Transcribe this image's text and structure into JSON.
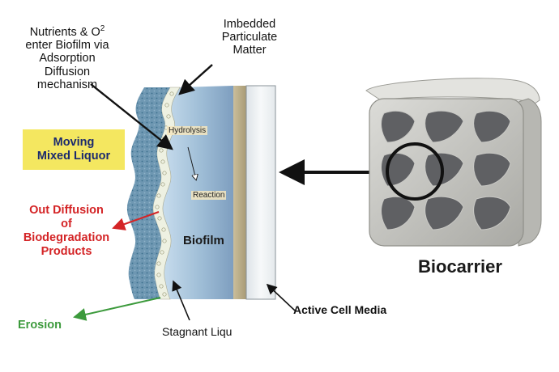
{
  "labels": {
    "nutrients_line1": "Nutrients & O",
    "nutrients_sup": "2",
    "nutrients_line2": "enter Biofilm via",
    "nutrients_line3": "Adsorption",
    "nutrients_line4": "Diffusion",
    "nutrients_line5": "mechanism",
    "imbedded_line1": "Imbedded",
    "imbedded_line2": "Particulate",
    "imbedded_line3": "Matter",
    "moving_line1": "Moving",
    "moving_line2": "Mixed Liquor",
    "outdiff_line1": "Out Diffusion",
    "outdiff_line2": "of",
    "outdiff_line3": "Biodegradation",
    "outdiff_line4": "Products",
    "erosion": "Erosion",
    "stagnant": "Stagnant Liqu",
    "active_cell": "Active Cell Media",
    "biofilm": "Biofilm",
    "hydrolysis": "Hydrolysis",
    "reaction": "Reaction",
    "biocarrier": "Biocarrier"
  },
  "colors": {
    "moving_box": "#f4e760",
    "moving_text": "#1b2a6e",
    "out_diffusion": "#d42426",
    "erosion": "#3c9a3c",
    "liquor_layer": "#5e8ea8",
    "biofilm_layer": "#9dbdd6",
    "particulate_layer": "#bcae88",
    "media_panel": "#eef2f4"
  }
}
